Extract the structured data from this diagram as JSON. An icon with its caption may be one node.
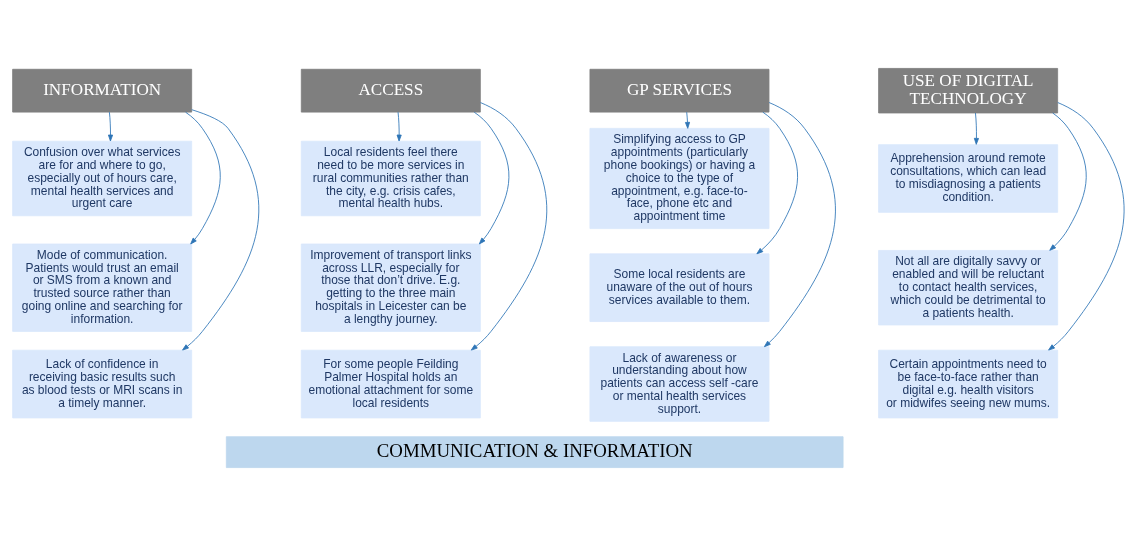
{
  "diagram": {
    "nodes": [
      {
        "text": [
          "INFORMATION"
        ]
      },
      {
        "text": [
          "Confusion over what services are for and where to go, especially out of hours care, mental health services and urgent care"
        ]
      },
      {
        "text": [
          "Mode of communication. Patients would trust an email or SMS from a known and trusted source rather than going online and searching for information."
        ]
      },
      {
        "text": [
          "Lack of confidence in receiving basic results such as blood tests or MRI scans in a timely manner."
        ]
      },
      {
        "text": [
          "ACCESS"
        ]
      },
      {
        "text": [
          "Local residents feel there need to be more services in rural communities rather than the city, e.g. crisis cafes, mental health hubs."
        ]
      },
      {
        "text": [
          "Improvement of transport links across LLR, especially for those that don’t drive. E.g. getting to the three main hospitals in Leicester can be a lengthy journey."
        ]
      },
      {
        "text": [
          "For some people Feilding Palmer Hospital holds an emotional attachment for some local residents"
        ]
      },
      {
        "text": [
          "GP SERVICES"
        ]
      },
      {
        "text": [
          "Simplifying access to GP appointments (particularly phone bookings) or having a choice to the type of appointment, e.g. face-to-face, phone etc and appointment time"
        ]
      },
      {
        "text": [
          "Some local residents are unaware of the out of hours services available to them."
        ]
      },
      {
        "text": [
          "Lack of awareness or understanding about how patients can access self -care or mental health services support."
        ]
      },
      {
        "text": [
          "USE OF DIGITAL TECHNOLOGY"
        ]
      },
      {
        "text": [
          "Apprehension around remote consultations, which can lead to misdiagnosing a patients condition."
        ]
      },
      {
        "text": [
          "Not all are digitally savvy or enabled and will be reluctant to contact health services, which could be detrimental to a patients health."
        ]
      },
      {
        "text": [
          "Certain appointments need to be face-to-face rather than digital e.g. health visitors or midwifes seeing new mums."
        ]
      },
      {
        "text": [
          "COMMUNICATION & INFORMATION"
        ]
      }
    ],
    "edges": [
      {
        "from": 0,
        "to": 1,
        "arrow": "to"
      },
      {
        "from": 0,
        "to": 2,
        "arrow": "to"
      },
      {
        "from": 0,
        "to": 3,
        "arrow": "to"
      },
      {
        "from": 4,
        "to": 5,
        "arrow": "to"
      },
      {
        "from": 4,
        "to": 6,
        "arrow": "to"
      },
      {
        "from": 4,
        "to": 7,
        "arrow": "to"
      },
      {
        "from": 8,
        "to": 9,
        "arrow": "to"
      },
      {
        "from": 8,
        "to": 10,
        "arrow": "to"
      },
      {
        "from": 8,
        "to": 11,
        "arrow": "to"
      },
      {
        "from": 12,
        "to": 13,
        "arrow": "to"
      },
      {
        "from": 12,
        "to": 14,
        "arrow": "to"
      },
      {
        "from": 12,
        "to": 15,
        "arrow": "to"
      }
    ]
  }
}
